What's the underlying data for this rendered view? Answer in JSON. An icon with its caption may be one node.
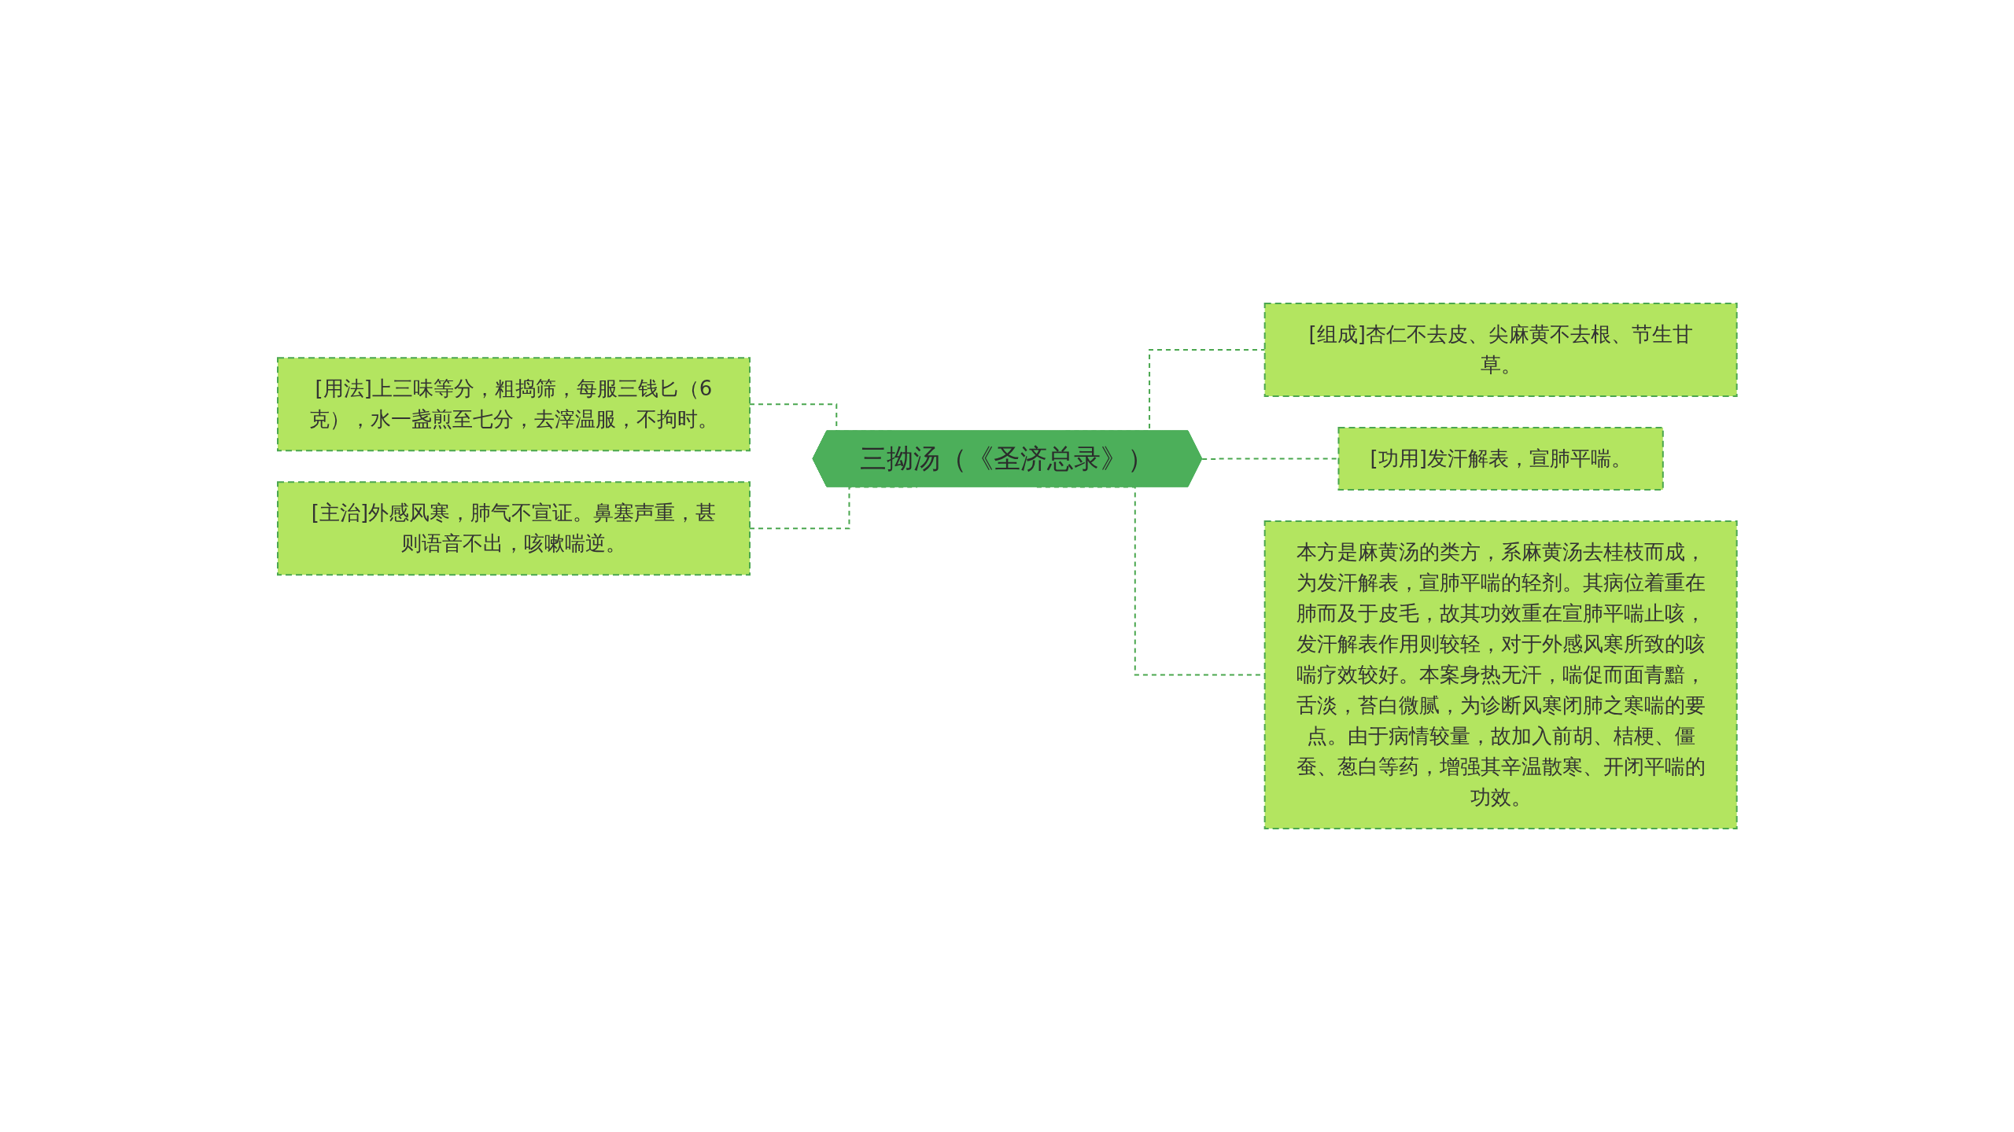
{
  "diagram": {
    "nodes": [
      {
        "text": [
          "三拗汤（《圣济总录》）"
        ]
      },
      {
        "text": [
          "[用法]上三味等分，粗捣筛，每服三钱匕（6克），水一盏煎至七分，去滓温服，不拘时。"
        ]
      },
      {
        "text": [
          "[主治]外感风寒，肺气不宣证。鼻塞声重，甚则语音不出，咳嗽喘逆。"
        ]
      },
      {
        "text": [
          "[组成]杏仁不去皮、尖麻黄不去根、节生甘草。"
        ]
      },
      {
        "text": [
          "[功用]发汗解表，宣肺平喘。"
        ]
      },
      {
        "text": [
          "本方是麻黄汤的类方，系麻黄汤去桂枝而成，为发汗解表，宣肺平喘的轻剂。其病位着重在肺而及于皮毛，故其功效重在宣肺平喘止咳，发汗解表作用则较轻，对于外感风寒所致的咳喘疗效较好。本案身热无汗，喘促而面青黯，舌淡，苔白微腻，为诊断风寒闭肺之寒喘的要点。由于病情较量，故加入前胡、桔梗、僵蚕、葱白等药，增强其辛温散寒、开闭平喘的功效。"
        ]
      }
    ],
    "edges": [
      {
        "from": 0,
        "to": 1,
        "arrow": "none",
        "style": "dashed"
      },
      {
        "from": 0,
        "to": 2,
        "arrow": "none",
        "style": "dashed"
      },
      {
        "from": 0,
        "to": 3,
        "arrow": "none",
        "style": "dashed"
      },
      {
        "from": 0,
        "to": 4,
        "arrow": "none",
        "style": "dashed"
      },
      {
        "from": 0,
        "to": 5,
        "arrow": "none",
        "style": "dashed"
      }
    ]
  }
}
